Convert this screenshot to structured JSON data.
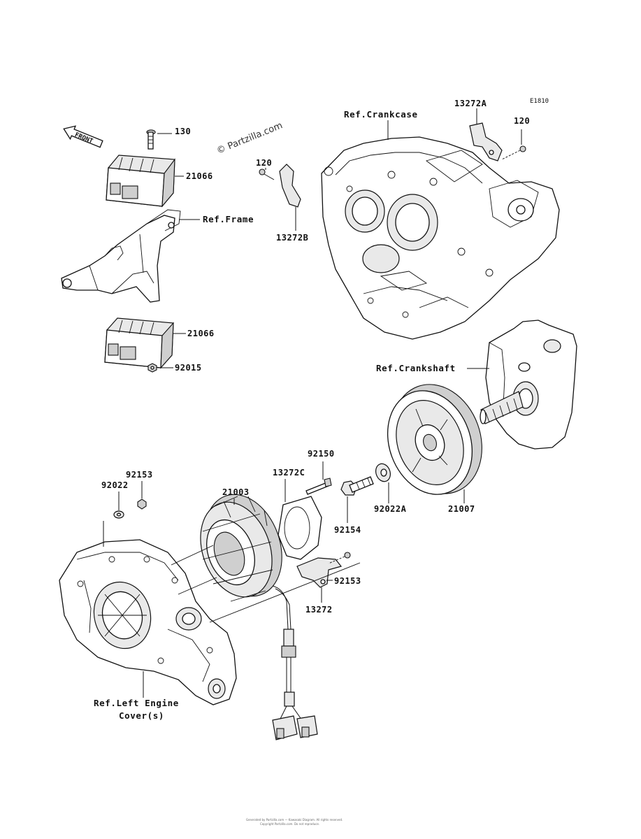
{
  "diagram_code": "E1810",
  "watermark": "© Partzilla.com",
  "front_label": "FRONT",
  "refs": {
    "crankcase": "Ref.Crankcase",
    "frame": "Ref.Frame",
    "crankshaft": "Ref.Crankshaft",
    "left_cover_line1": "Ref.Left Engine",
    "left_cover_line2": "Cover(s)"
  },
  "parts": {
    "p130": "130",
    "p21066_top": "21066",
    "p21066_bottom": "21066",
    "p92015": "92015",
    "p120_left": "120",
    "p13272B": "13272B",
    "p13272A": "13272A",
    "p120_right": "120",
    "p92150": "92150",
    "p13272C": "13272C",
    "p21003": "21003",
    "p92153_top": "92153",
    "p92022": "92022",
    "p92154": "92154",
    "p92022A": "92022A",
    "p21007": "21007",
    "p92153_right": "92153",
    "p13272": "13272"
  },
  "footer_line1": "Generated by Partzilla.com — Kawasaki Diagram. All rights reserved.",
  "footer_line2": "Copyright Partzilla.com. Do not reproduce."
}
